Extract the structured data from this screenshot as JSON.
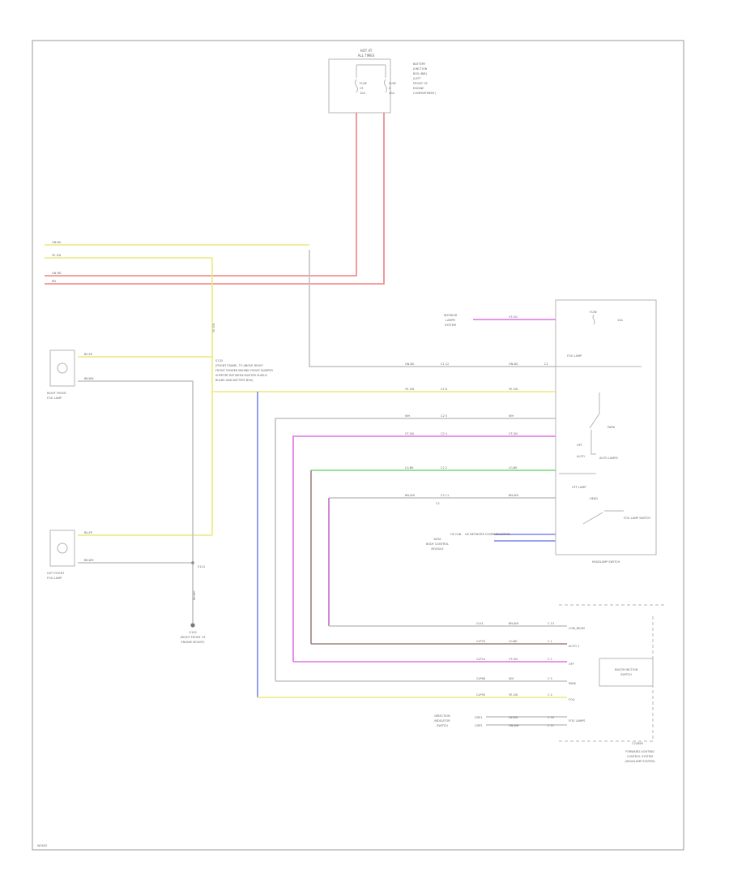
{
  "diagram": {
    "page_code": "W0002",
    "fuse_box": {
      "title_line1": "HOT AT",
      "title_line2": "ALL TIMES",
      "fuse1_lines": [
        "FUSE",
        "23",
        "10A"
      ],
      "fuse2_lines": [
        "FUSE",
        "6",
        "20A"
      ],
      "note_lines": [
        "BATTERY",
        "JUNCTION",
        "BOX (BJB)",
        "(LEFT",
        "FRONT OF",
        "ENGINE",
        "COMPARTMENT)"
      ]
    },
    "left_wires": [
      "GN-BU",
      "YE-GN",
      "GN-RD",
      "RD"
    ],
    "right_fog_lamp": {
      "label_lines": [
        "RIGHT FRONT",
        "FOG LAMP"
      ],
      "wire_a": "BU-YE",
      "wire_b": "BK-WH"
    },
    "left_fog_lamp": {
      "label_lines": [
        "LEFT FRONT",
        "FOG LAMP"
      ],
      "wire_a": "BU-YE",
      "wire_b": "BK-WH"
    },
    "splice_note_lines": [
      "S120",
      "(FRONT FRAME, TO ABOVE RIGHT",
      "FRONT FENDER BEHIND FRONT BUMPER",
      "SUPPORT BETWEEN MASTER SHIELD",
      "BULBS AND BATTERY BOX)"
    ],
    "vertical_wire": "YE-GN",
    "ground": {
      "wire": "BK-WH",
      "splice": "S114",
      "label_lines": [
        "G100",
        "(RIGHT FRONT OF",
        "ENGINE MOUNT)"
      ]
    },
    "headlamp_switch": {
      "title": "HEADLAMP SWITCH",
      "fuse_label": "FUSE",
      "fuse_rating": "10A",
      "fog_lamp": "FOG LAMP",
      "park": "PARK",
      "off": "OFF",
      "auto": "AUTO",
      "off_lamp": "OFF LAMP",
      "head": "HEAD",
      "fog_sw": "FOG LAMP SWITCH",
      "auto_lamps": "AUTO LAMPS"
    },
    "interior_lamps": {
      "lines": [
        "INTERIOR",
        "LAMPS",
        "SYSTEM"
      ],
      "wire": "VT-OG"
    },
    "conn_rows": [
      {
        "left": "GN-BU",
        "pin": "C1 12",
        "right": "GN-BU"
      },
      {
        "left": "YE-GN",
        "pin": "C2 6",
        "right": "YE-GN"
      },
      {
        "left": "WH",
        "pin": "C2 5",
        "right": "WH"
      },
      {
        "left": "VT-GN",
        "pin": "C2 4",
        "right": "VT-GN"
      },
      {
        "left": "LG-BK",
        "pin": "C2 2",
        "right": "LG-BK"
      },
      {
        "left": "BN-WH",
        "pin": "C2 11",
        "right": "BN-WH"
      }
    ],
    "pin_labels": [
      "C1",
      "C2"
    ],
    "bus_note": {
      "tag": "HS CAN",
      "title": "HS NETWORK COMMUNICATION",
      "lines": [
        "DATA",
        "BODY CONTROL",
        "MODULE"
      ]
    },
    "bcm_module": {
      "title_lines": [
        "MULTIFUNCTION",
        "SWITCH"
      ],
      "connector": "C2280B",
      "pins": [
        "LOW_BEAM",
        "AUTO 1",
        "OFF",
        "PARK",
        "FOG"
      ],
      "note_lines": [
        "FORWARD LIGHTING",
        "CONTROL SYSTEM",
        "(HEADLAMP SYSTEM)"
      ]
    },
    "bcm_rows": [
      {
        "circuit": "CLS1",
        "color": "BN-WH",
        "pin": "C 13"
      },
      {
        "circuit": "CLP33",
        "color": "LG-BK",
        "pin": "C 1"
      },
      {
        "circuit": "CLP24",
        "color": "VT-GN",
        "pin": "C 2"
      },
      {
        "circuit": "CLP66",
        "color": "WH",
        "pin": "C 5"
      },
      {
        "circuit": "CLP90",
        "color": "YE-GN",
        "pin": "C 4"
      }
    ],
    "bottom_rows": [
      {
        "circuit": "CDP1",
        "color": "GY-WH",
        "pin": "C 10"
      },
      {
        "circuit": "CDP2",
        "color": "GN-WH",
        "pin": "C 11"
      }
    ],
    "bottom_left_lines": [
      "DIRECTION",
      "INDICATOR",
      "SWITCH"
    ],
    "bottom_right_lines": [
      "FOG LAMPS"
    ],
    "colors": {
      "yellow": "#ece97e",
      "red": "#f08080",
      "magenta": "#e070e0",
      "green": "#70d870",
      "blue": "#7a86ea",
      "violet": "#c76ac7",
      "brown": "#a08080",
      "gray": "#c2c2c2",
      "frame": "#9a9a9a",
      "text": "#666666"
    }
  }
}
